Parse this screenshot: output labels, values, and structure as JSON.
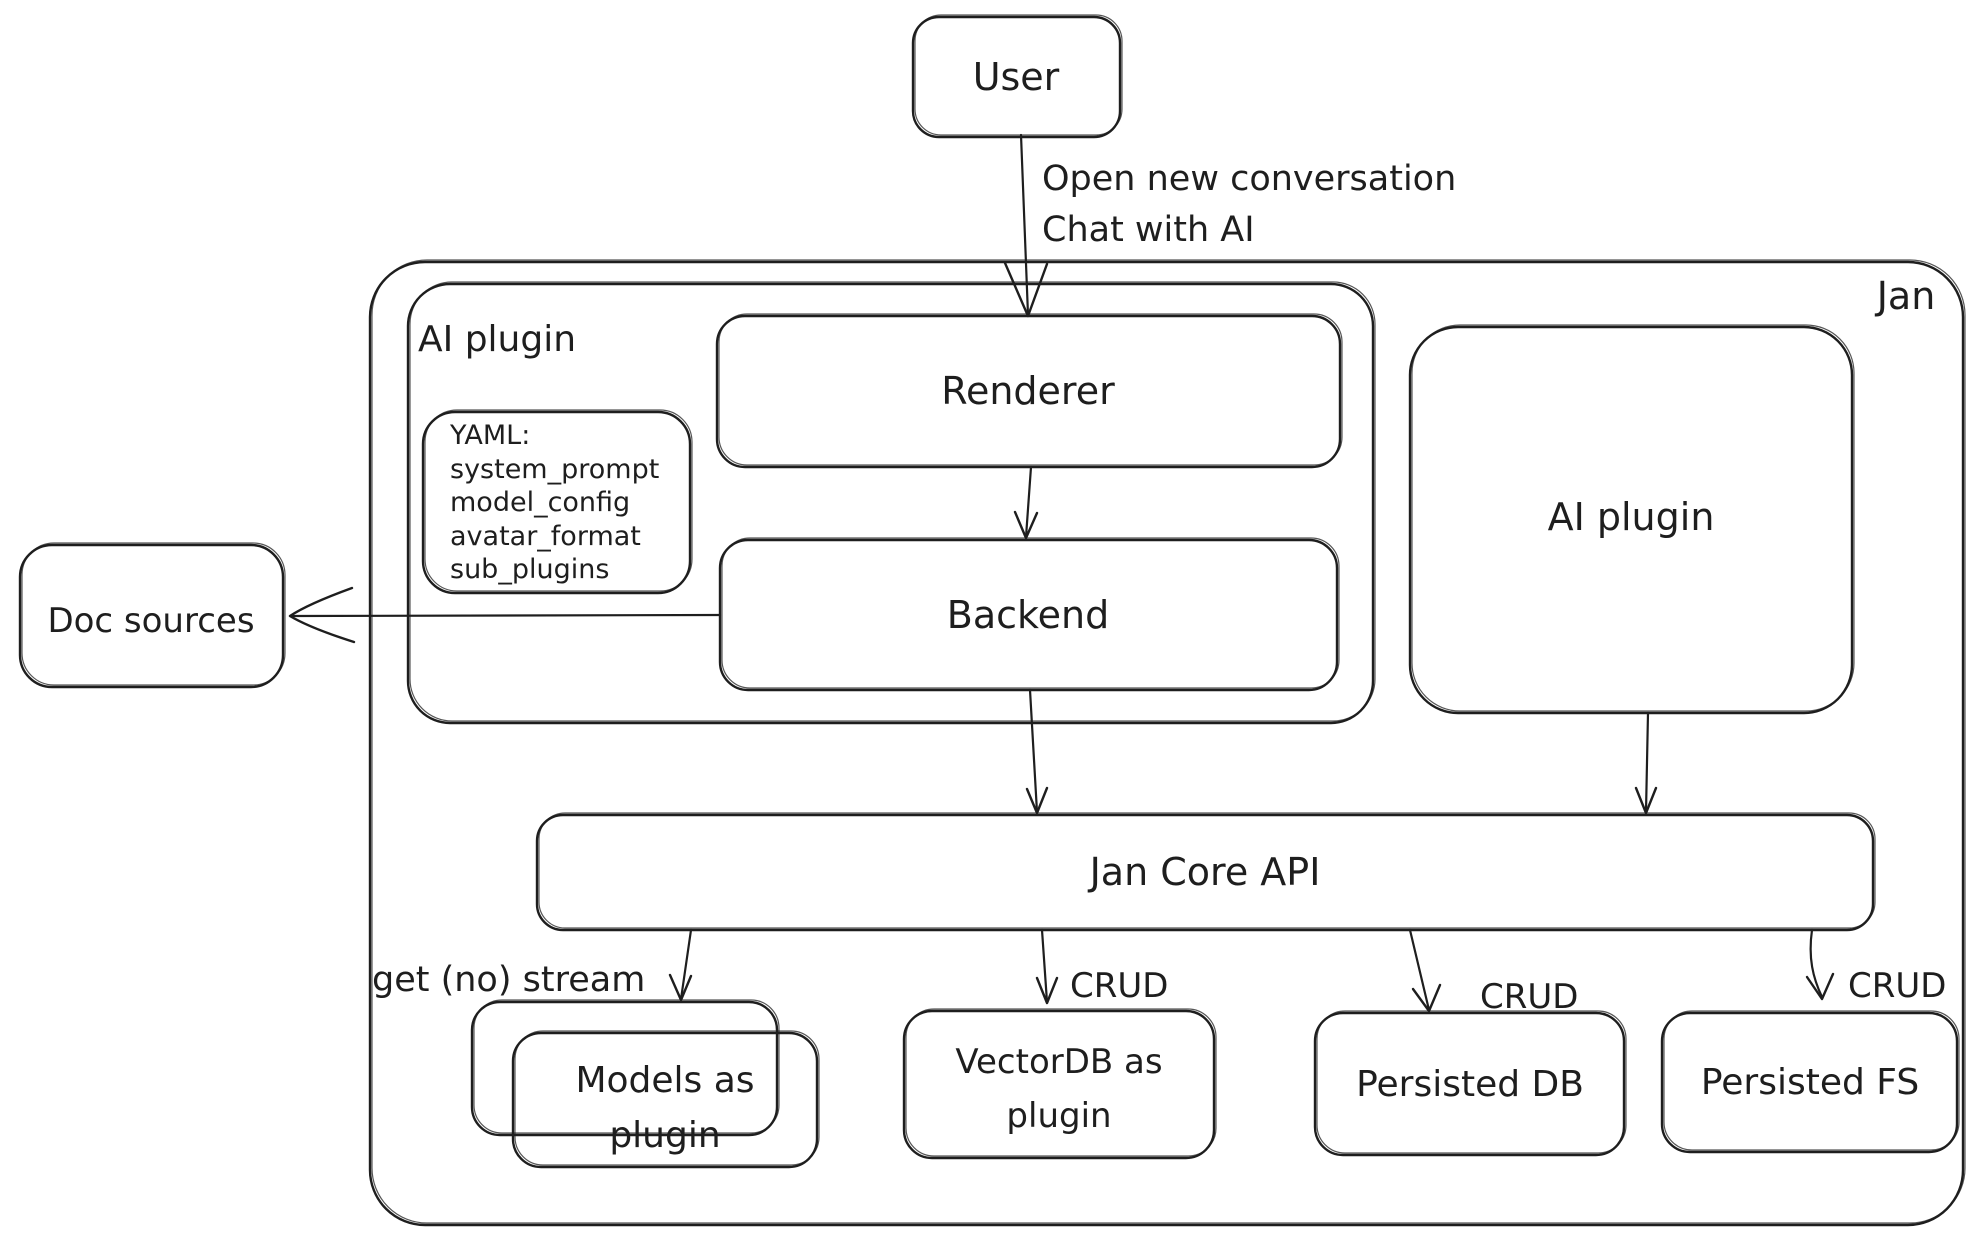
{
  "colors": {
    "stroke": "#1e1e1e",
    "background": "#ffffff"
  },
  "nodes": {
    "user": "User",
    "jan_container": "Jan",
    "ai_plugin_group": "AI plugin",
    "renderer": "Renderer",
    "backend": "Backend",
    "ai_plugin_box": "AI plugin",
    "doc_sources": "Doc sources",
    "jan_core_api": "Jan Core API",
    "models_as_plugin": {
      "line1": "Models as",
      "line2": "plugin"
    },
    "vectordb_as_plugin": {
      "line1": "VectorDB as",
      "line2": "plugin"
    },
    "persisted_db": "Persisted DB",
    "persisted_fs": "Persisted FS",
    "yaml_note": {
      "line1": "YAML:",
      "line2": "system_prompt",
      "line3": "model_config",
      "line4": "avatar_format",
      "line5": "sub_plugins"
    }
  },
  "edges": {
    "user_to_renderer_line1": "Open new conversation",
    "user_to_renderer_line2": "Chat with AI",
    "get_no_stream": "get (no) stream",
    "crud_vectordb": "CRUD",
    "crud_persisted_db": "CRUD",
    "crud_persisted_fs": "CRUD"
  }
}
